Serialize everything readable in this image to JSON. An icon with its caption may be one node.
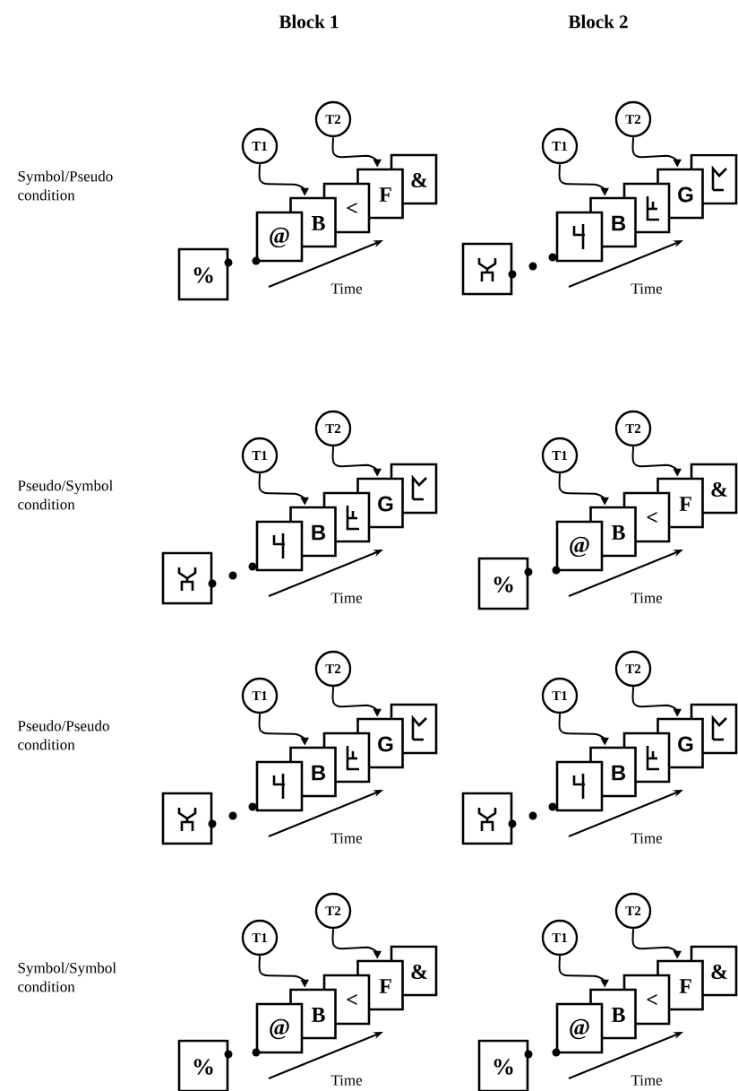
{
  "diagram": {
    "nodes": [
      {
        "text": [
          "%"
        ]
      },
      {
        "text": [
          "@"
        ]
      },
      {
        "text": [
          "B"
        ]
      },
      {
        "text": [
          "<"
        ]
      },
      {
        "text": [
          "F"
        ]
      },
      {
        "text": [
          "&"
        ]
      },
      {
        "text": [
          "T1"
        ]
      },
      {
        "text": [
          "T2"
        ]
      },
      {
        "text": [],
        "shape": "box"
      },
      {
        "text": [],
        "shape": "box"
      },
      {
        "text": [
          "B"
        ]
      },
      {
        "text": [],
        "shape": "box"
      },
      {
        "text": [
          "G"
        ]
      },
      {
        "text": [],
        "shape": "box"
      },
      {
        "text": [
          "T1"
        ]
      },
      {
        "text": [
          "T2"
        ]
      },
      {
        "text": [],
        "shape": "box"
      },
      {
        "text": [],
        "shape": "box"
      },
      {
        "text": [
          "B"
        ]
      },
      {
        "text": [],
        "shape": "box"
      },
      {
        "text": [
          "G"
        ]
      },
      {
        "text": [],
        "shape": "box"
      },
      {
        "text": [
          "T1"
        ]
      },
      {
        "text": [
          "T2"
        ]
      },
      {
        "text": [
          "%"
        ]
      },
      {
        "text": [
          "@"
        ]
      },
      {
        "text": [
          "B"
        ]
      },
      {
        "text": [
          "<"
        ]
      },
      {
        "text": [
          "F"
        ]
      },
      {
        "text": [
          "&"
        ]
      },
      {
        "text": [
          "T1"
        ]
      },
      {
        "text": [
          "T2"
        ]
      },
      {
        "text": [],
        "shape": "box"
      },
      {
        "text": [],
        "shape": "box"
      },
      {
        "text": [
          "B"
        ]
      },
      {
        "text": [],
        "shape": "box"
      },
      {
        "text": [
          "G"
        ]
      },
      {
        "text": [],
        "shape": "box"
      },
      {
        "text": [
          "T1"
        ]
      },
      {
        "text": [
          "T2"
        ]
      },
      {
        "text": [],
        "shape": "box"
      },
      {
        "text": [],
        "shape": "box"
      },
      {
        "text": [
          "B"
        ]
      },
      {
        "text": [],
        "shape": "box"
      },
      {
        "text": [
          "G"
        ]
      },
      {
        "text": [],
        "shape": "box"
      },
      {
        "text": [
          "T1"
        ]
      },
      {
        "text": [
          "T2"
        ]
      },
      {
        "text": [
          "%"
        ]
      },
      {
        "text": [
          "@"
        ]
      },
      {
        "text": [
          "B"
        ]
      },
      {
        "text": [
          "<"
        ]
      },
      {
        "text": [
          "F"
        ]
      },
      {
        "text": [
          "&"
        ]
      },
      {
        "text": [
          "T1"
        ]
      },
      {
        "text": [
          "T2"
        ]
      },
      {
        "text": [
          "%"
        ]
      },
      {
        "text": [
          "@"
        ]
      },
      {
        "text": [
          "B"
        ]
      },
      {
        "text": [
          "<"
        ]
      },
      {
        "text": [
          "F"
        ]
      },
      {
        "text": [
          "&"
        ]
      },
      {
        "text": [
          "T1"
        ]
      },
      {
        "text": [
          "T2"
        ]
      }
    ],
    "edges": [
      {
        "from": 6,
        "to": 2,
        "arrow": "to"
      },
      {
        "from": 7,
        "to": 4,
        "arrow": "to"
      },
      {
        "from": 14,
        "to": 10,
        "arrow": "to"
      },
      {
        "from": 15,
        "to": 12,
        "arrow": "to"
      },
      {
        "from": 22,
        "to": 18,
        "arrow": "to"
      },
      {
        "from": 23,
        "to": 20,
        "arrow": "to"
      },
      {
        "from": 30,
        "to": 26,
        "arrow": "to"
      },
      {
        "from": 31,
        "to": 28,
        "arrow": "to"
      },
      {
        "from": 38,
        "to": 34,
        "arrow": "to"
      },
      {
        "from": 39,
        "to": 36,
        "arrow": "to"
      },
      {
        "from": 46,
        "to": 42,
        "arrow": "to"
      },
      {
        "from": 47,
        "to": 44,
        "arrow": "to"
      },
      {
        "from": 54,
        "to": 50,
        "arrow": "to"
      },
      {
        "from": 55,
        "to": 52,
        "arrow": "to"
      },
      {
        "from": 62,
        "to": 58,
        "arrow": "to"
      },
      {
        "from": 63,
        "to": 60,
        "arrow": "to"
      }
    ],
    "labels": [
      "Block 1",
      "Block 2",
      "Symbol/Pseudo condition",
      "Time",
      "Time",
      "Pseudo/Symbol condition",
      "Time",
      "Time",
      "Pseudo/Pseudo condition",
      "Time",
      "Time",
      "Symbol/Symbol condition",
      "Time",
      "Time"
    ]
  }
}
